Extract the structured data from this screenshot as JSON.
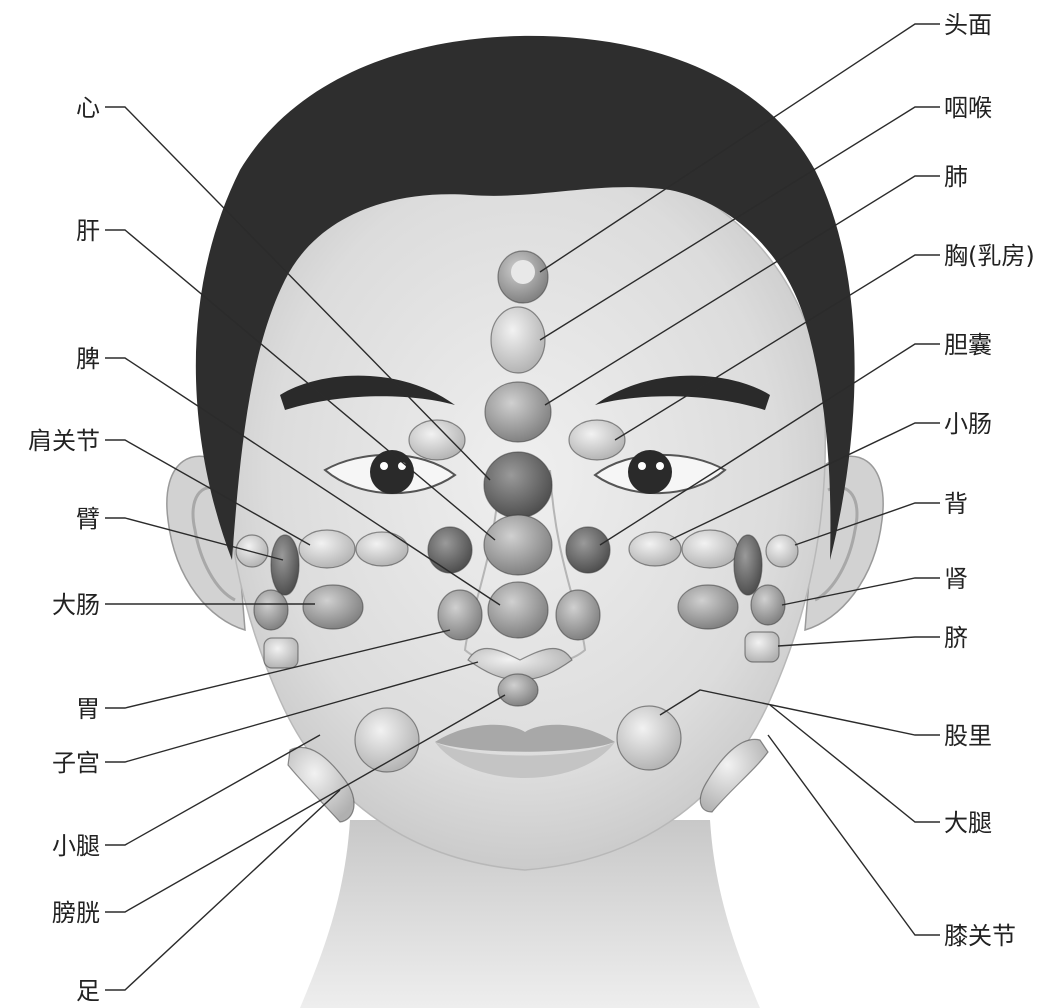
{
  "labels": {
    "head_face": "头面",
    "throat": "咽喉",
    "lung": "肺",
    "chest": "胸(乳房)",
    "gallbladder": "胆囊",
    "small_intestine": "小肠",
    "back": "背",
    "kidney": "肾",
    "navel": "脐",
    "inner_thigh": "股里",
    "thigh": "大腿",
    "knee": "膝关节",
    "heart": "心",
    "liver": "肝",
    "spleen": "脾",
    "shoulder": "肩关节",
    "arm": "臂",
    "large_intestine": "大肠",
    "stomach": "胃",
    "uterus": "子宫",
    "calf": "小腿",
    "bladder": "膀胱",
    "foot": "足"
  },
  "colors": {
    "hair": "#2e2e2e",
    "skin": "#e4e4e4",
    "eyebrow": "#2a2a2a",
    "lips": "#b9b9b9",
    "organ_dark": "#6b6b6b",
    "organ_light": "#cfcfcf",
    "leader_line": "#2b2b2b",
    "label_text": "#222222"
  }
}
